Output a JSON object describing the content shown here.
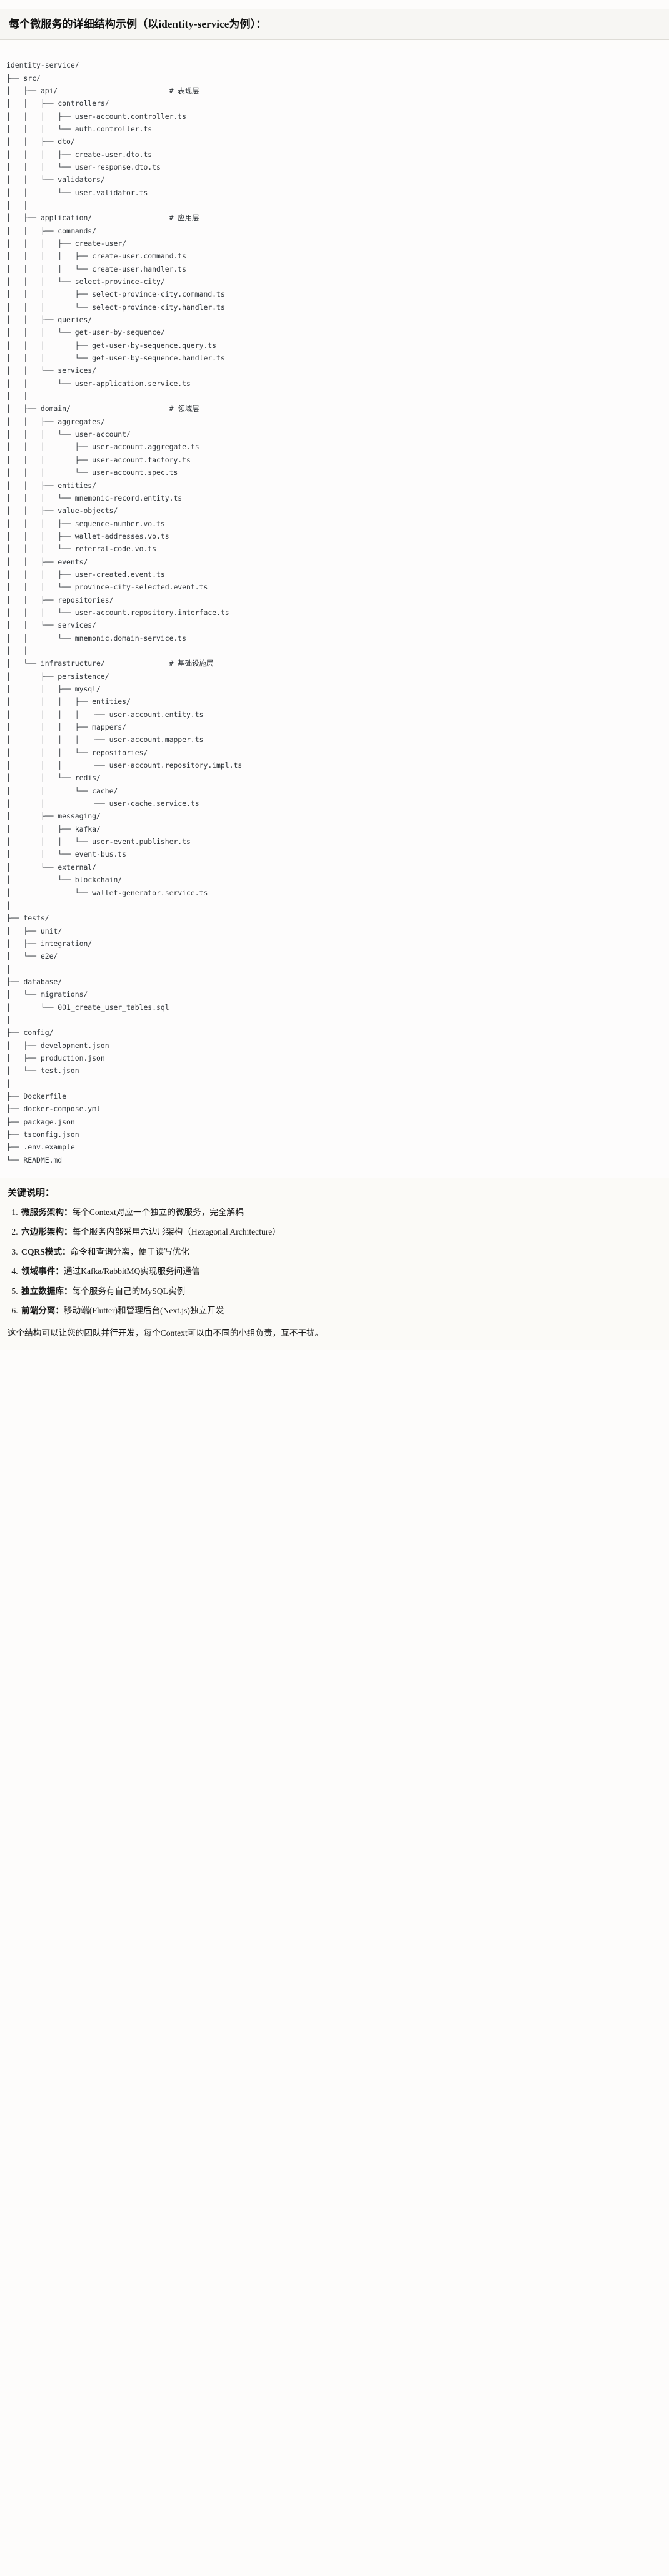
{
  "heading": {
    "text": "每个微服务的详细结构示例（以identity-service为例）："
  },
  "tree": {
    "root": "identity-service/",
    "text": "identity-service/\n├── src/\n│   ├── api/                          # 表现层\n│   │   ├── controllers/\n│   │   │   ├── user-account.controller.ts\n│   │   │   └── auth.controller.ts\n│   │   ├── dto/\n│   │   │   ├── create-user.dto.ts\n│   │   │   └── user-response.dto.ts\n│   │   └── validators/\n│   │       └── user.validator.ts\n│   │\n│   ├── application/                  # 应用层\n│   │   ├── commands/\n│   │   │   ├── create-user/\n│   │   │   │   ├── create-user.command.ts\n│   │   │   │   └── create-user.handler.ts\n│   │   │   └── select-province-city/\n│   │   │       ├── select-province-city.command.ts\n│   │   │       └── select-province-city.handler.ts\n│   │   ├── queries/\n│   │   │   └── get-user-by-sequence/\n│   │   │       ├── get-user-by-sequence.query.ts\n│   │   │       └── get-user-by-sequence.handler.ts\n│   │   └── services/\n│   │       └── user-application.service.ts\n│   │\n│   ├── domain/                       # 领域层\n│   │   ├── aggregates/\n│   │   │   └── user-account/\n│   │   │       ├── user-account.aggregate.ts\n│   │   │       ├── user-account.factory.ts\n│   │   │       └── user-account.spec.ts\n│   │   ├── entities/\n│   │   │   └── mnemonic-record.entity.ts\n│   │   ├── value-objects/\n│   │   │   ├── sequence-number.vo.ts\n│   │   │   ├── wallet-addresses.vo.ts\n│   │   │   └── referral-code.vo.ts\n│   │   ├── events/\n│   │   │   ├── user-created.event.ts\n│   │   │   └── province-city-selected.event.ts\n│   │   ├── repositories/\n│   │   │   └── user-account.repository.interface.ts\n│   │   └── services/\n│   │       └── mnemonic.domain-service.ts\n│   │\n│   └── infrastructure/               # 基础设施层\n│       ├── persistence/\n│       │   ├── mysql/\n│       │   │   ├── entities/\n│       │   │   │   └── user-account.entity.ts\n│       │   │   ├── mappers/\n│       │   │   │   └── user-account.mapper.ts\n│       │   │   └── repositories/\n│       │   │       └── user-account.repository.impl.ts\n│       │   └── redis/\n│       │       └── cache/\n│       │           └── user-cache.service.ts\n│       ├── messaging/\n│       │   ├── kafka/\n│       │   │   └── user-event.publisher.ts\n│       │   └── event-bus.ts\n│       └── external/\n│           └── blockchain/\n│               └── wallet-generator.service.ts\n│\n├── tests/\n│   ├── unit/\n│   ├── integration/\n│   └── e2e/\n│\n├── database/\n│   └── migrations/\n│       └── 001_create_user_tables.sql\n│\n├── config/\n│   ├── development.json\n│   ├── production.json\n│   └── test.json\n│\n├── Dockerfile\n├── docker-compose.yml\n├── package.json\n├── tsconfig.json\n├── .env.example\n└── README.md"
  },
  "notes": {
    "title": "关键说明：",
    "items": [
      {
        "term": "微服务架构",
        "sep": "：",
        "desc": "每个Context对应一个独立的微服务，完全解耦"
      },
      {
        "term": "六边形架构",
        "sep": "：",
        "desc": "每个服务内部采用六边形架构（Hexagonal Architecture）"
      },
      {
        "term": "CQRS模式",
        "sep": "：",
        "desc": "命令和查询分离，便于读写优化"
      },
      {
        "term": "领域事件",
        "sep": "：",
        "desc": "通过Kafka/RabbitMQ实现服务间通信"
      },
      {
        "term": "独立数据库",
        "sep": "：",
        "desc": "每个服务有自己的MySQL实例"
      },
      {
        "term": "前端分离",
        "sep": "：",
        "desc": "移动端(Flutter)和管理后台(Next.js)独立开发"
      }
    ],
    "footer": "这个结构可以让您的团队并行开发，每个Context可以由不同的小组负责，互不干扰。"
  },
  "colors": {
    "page_bg": "#fdfcfb",
    "heading_bg": "#f7f6f3",
    "code_bg": "#fdfcfc",
    "notes_bg": "#fbfaf7",
    "text": "#1a1a1a",
    "code_text": "#2e3338",
    "rule": "#dedcd6"
  }
}
